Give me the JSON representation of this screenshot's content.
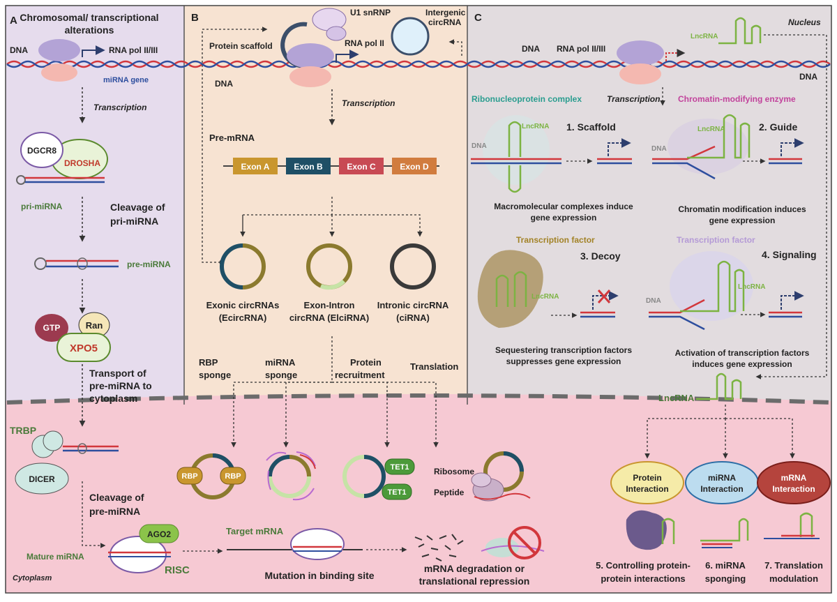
{
  "colors": {
    "panel_a": "#e6dced",
    "panel_b": "#f7e3d2",
    "panel_c": "#e2dcdf",
    "cytoplasm": "#f6c9d3",
    "dna_red": "#d2373c",
    "dna_blue": "#2d4e9e",
    "rna_green": "#7cb342",
    "text_green": "#4a7a3a",
    "text_red": "#c0392b"
  },
  "panel_a": {
    "letter": "A",
    "title_1": "Chromosomal/ transcriptional",
    "title_2": "alterations",
    "dna": "DNA",
    "rna_pol": "RNA pol II/III",
    "mirna_gene": "miRNA gene",
    "transcription": "Transcription",
    "dgcr8": "DGCR8",
    "drosha": "DROSHA",
    "pri_mirna": "pri-miRNA",
    "cleavage_1": "Cleavage of",
    "cleavage_2": "pri-miRNA",
    "pre_mirna": "pre-miRNA",
    "gtp": "GTP",
    "ran": "Ran",
    "xpo5": "XPO5",
    "transport_1": "Transport of",
    "transport_2": "pre-miRNA to",
    "transport_3": "cytoplasm"
  },
  "panel_b": {
    "letter": "B",
    "u1": "U1 snRNP",
    "intergenic_1": "Intergenic",
    "intergenic_2": "circRNA",
    "protein_scaffold": "Protein scaffold",
    "rna_pol": "RNA pol II",
    "dna": "DNA",
    "transcription": "Transcription",
    "pre_mrna": "Pre-mRNA",
    "exons": [
      "Exon A",
      "Exon B",
      "Exon C",
      "Exon D"
    ],
    "exonic_1": "Exonic circRNAs",
    "exonic_2": "(EcircRNA)",
    "exonintron_1": "Exon-Intron",
    "exonintron_2": "circRNA (ElciRNA)",
    "intronic_1": "Intronic circRNA",
    "intronic_2": "(ciRNA)",
    "rbp_sponge_1": "RBP",
    "rbp_sponge_2": "sponge",
    "mirna_sponge_1": "miRNA",
    "mirna_sponge_2": "sponge",
    "protein_recruit_1": "Protein",
    "protein_recruit_2": "recruitment",
    "translation": "Translation"
  },
  "panel_c": {
    "letter": "C",
    "nucleus": "Nucleus",
    "dna": "DNA",
    "rna_pol": "RNA pol II/III",
    "lncrna": "LncRNA",
    "transcription": "Transcription",
    "ribonucleoprotein": "Ribonucleoprotein complex",
    "chromatin_enzyme": "Chromatin-modifying enzyme",
    "scaffold": "1.  Scaffold",
    "guide": "2. Guide",
    "macro_1": "Macromolecular complexes induce",
    "macro_2": "gene expression",
    "chromatin_1": "Chromatin modification induces",
    "chromatin_2": "gene expression",
    "tf": "Transcription factor",
    "decoy": "3. Decoy",
    "signaling": "4. Signaling",
    "seq_1": "Sequestering transcription factors",
    "seq_2": "suppresses gene expression",
    "act_1": "Activation of transcription factors",
    "act_2": "induces gene expression"
  },
  "cytoplasm": {
    "trbp": "TRBP",
    "dicer": "DICER",
    "cleavage_1": "Cleavage of",
    "cleavage_2": "pre-miRNA",
    "ago2": "AGO2",
    "mature": "Mature miRNA",
    "risc": "RISC",
    "cytoplasm": "Cytoplasm",
    "target_mrna": "Target mRNA",
    "mutation": "Mutation in binding site",
    "degradation_1": "mRNA degradation or",
    "degradation_2": "translational repression",
    "rbp": "RBP",
    "tet1": "TET1",
    "ribosome": "Ribosome",
    "peptide": "Peptide",
    "lncrna": "LncRNA",
    "protein_interaction_1": "Protein",
    "protein_interaction_2": "Interaction",
    "mirna_interaction_1": "miRNA",
    "mirna_interaction_2": "Interaction",
    "mrna_interaction_1": "mRNA",
    "mrna_interaction_2": "Interaction",
    "controlling_1": "5. Controlling protein-",
    "controlling_2": "protein interactions",
    "sponging_1": "6. miRNA",
    "sponging_2": "sponging",
    "translation_1": "7. Translation",
    "translation_2": "modulation"
  }
}
